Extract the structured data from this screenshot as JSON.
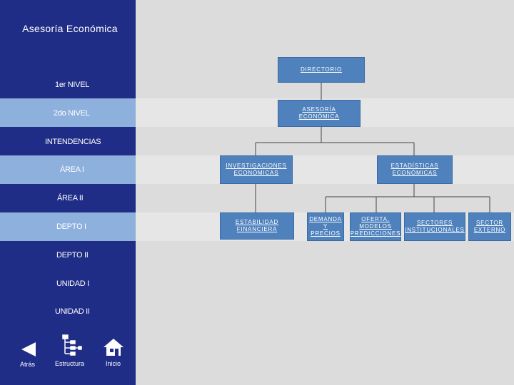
{
  "sidebar": {
    "title": "Asesoría Económica",
    "levels": {
      "nivel1": "1er NIVEL",
      "nivel2": "2do NIVEL",
      "intendencias": "INTENDENCIAS",
      "area1": "ÁREA I",
      "area2": "ÁREA II",
      "depto1": "DEPTO I",
      "depto2": "DEPTO II",
      "unidad1": "UNIDAD I",
      "unidad2": "UNIDAD II"
    },
    "nav": {
      "back": "Atrás",
      "structure": "Estructura",
      "home": "Inicio"
    }
  },
  "org": {
    "directorio": "DIRECTORIO",
    "asesoria": [
      "ASESORÍA",
      "ECONÓMICA"
    ],
    "investigaciones": [
      "INVESTIGACIONES",
      "ECONÓMICAS"
    ],
    "estadisticas": [
      "ESTADÍSTICAS",
      "ECONÓMICAS"
    ],
    "estabilidad": [
      "ESTABILIDAD",
      "FINANCIERA"
    ],
    "demanda": [
      "DEMANDA",
      "Y",
      "PRECIOS"
    ],
    "oferta": [
      "OFERTA,",
      "MODELOS",
      "PREDICCIONES"
    ],
    "sectores": [
      "SECTORES",
      "INSTITUCIONALES"
    ],
    "externo": [
      "SECTOR",
      "EXTERNO"
    ]
  },
  "colors": {
    "sidebar": "#1f2d86",
    "highlight": "#8db0dc",
    "box": "#4f81bd",
    "line": "#444444"
  }
}
